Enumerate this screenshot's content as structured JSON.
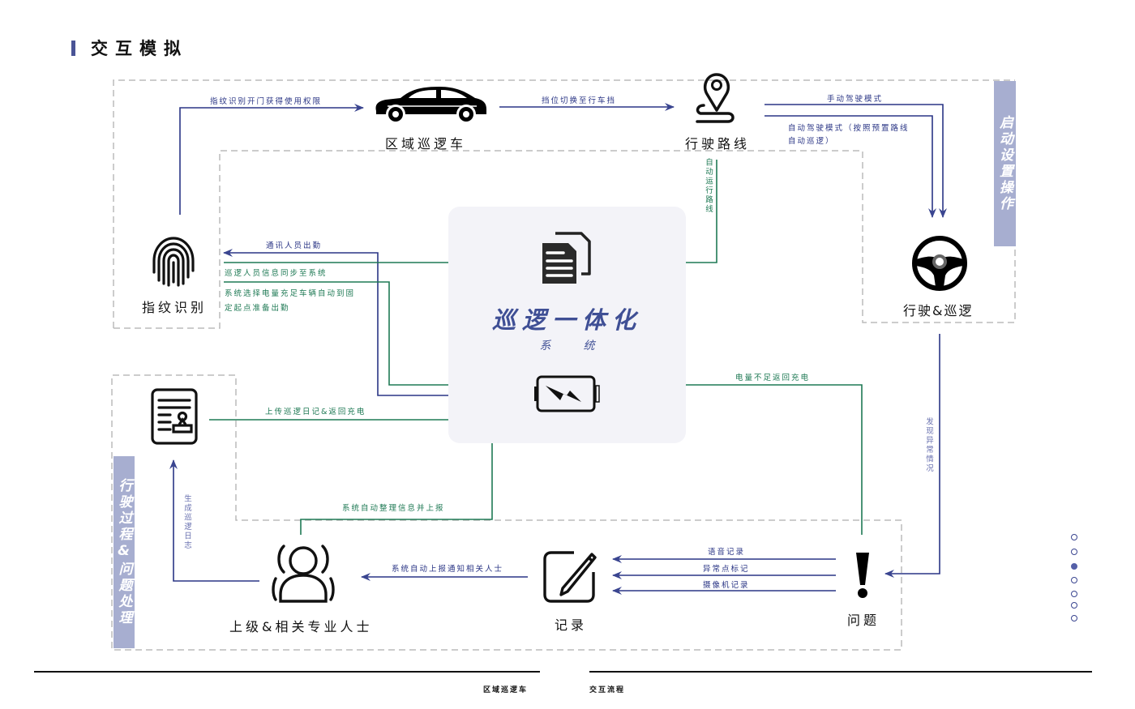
{
  "header": {
    "title": "交互模拟"
  },
  "colors": {
    "accent_blue": "#2a3585",
    "flow_green": "#1f7a55",
    "side_tab": "#a7aed0",
    "center_title": "#3f4f95",
    "center_box": "#f3f3f8",
    "dashed_border": "#bbbbbb"
  },
  "sections": {
    "start_setup": "启动设置操作",
    "driving_issue": "行驶过程&问题处理"
  },
  "center": {
    "title": "巡逻一体化",
    "subtitle": "系统",
    "icons": [
      "documents-icon",
      "battery-charging-icon"
    ]
  },
  "nodes": {
    "car": {
      "label": "区域巡逻车",
      "icon": "car-icon"
    },
    "route": {
      "label": "行驶路线",
      "icon": "map-pin-route-icon"
    },
    "steering": {
      "label": "行驶&巡逻",
      "icon": "steering-wheel-icon"
    },
    "fingerprint": {
      "label": "指纹识别",
      "icon": "fingerprint-icon"
    },
    "log": {
      "label": "",
      "icon": "document-stamp-icon"
    },
    "people": {
      "label": "上级&相关专业人士",
      "icon": "person-icon"
    },
    "record": {
      "label": "记录",
      "icon": "edit-note-icon"
    },
    "problem": {
      "label": "问题",
      "icon": "exclamation-icon"
    }
  },
  "edges": {
    "fingerprint_to_car": "指纹识别开门获得使用权限",
    "car_to_route": "挡位切换至行车挡",
    "manual_mode": "手动驾驶模式",
    "auto_mode_line1": "自动驾驶模式（按照预置路线",
    "auto_mode_line2": "自动巡逻）",
    "auto_route": "自动运行路线",
    "staff_attendance": "通讯人员出勤",
    "sync_info": "巡逻人员信息同步至系统",
    "select_vehicle_line1": "系统选择电量充足车辆自动到固",
    "select_vehicle_line2": "定起点准备出勤",
    "low_battery": "电量不足返回充电",
    "upload_log": "上传巡逻日记&返回充电",
    "auto_organize": "系统自动整理信息并上报",
    "generate_log": "生成巡逻日志",
    "find_abnormal": "发现异常情况",
    "notify_people": "系统自动上报通知相关人士",
    "voice_record": "语音记录",
    "mark_abnormal": "异常点标记",
    "camera_record": "摄像机记录"
  },
  "pagination": {
    "total": 7,
    "active_index": 2
  },
  "footer": {
    "left": "区域巡逻车",
    "right": "交互流程"
  }
}
